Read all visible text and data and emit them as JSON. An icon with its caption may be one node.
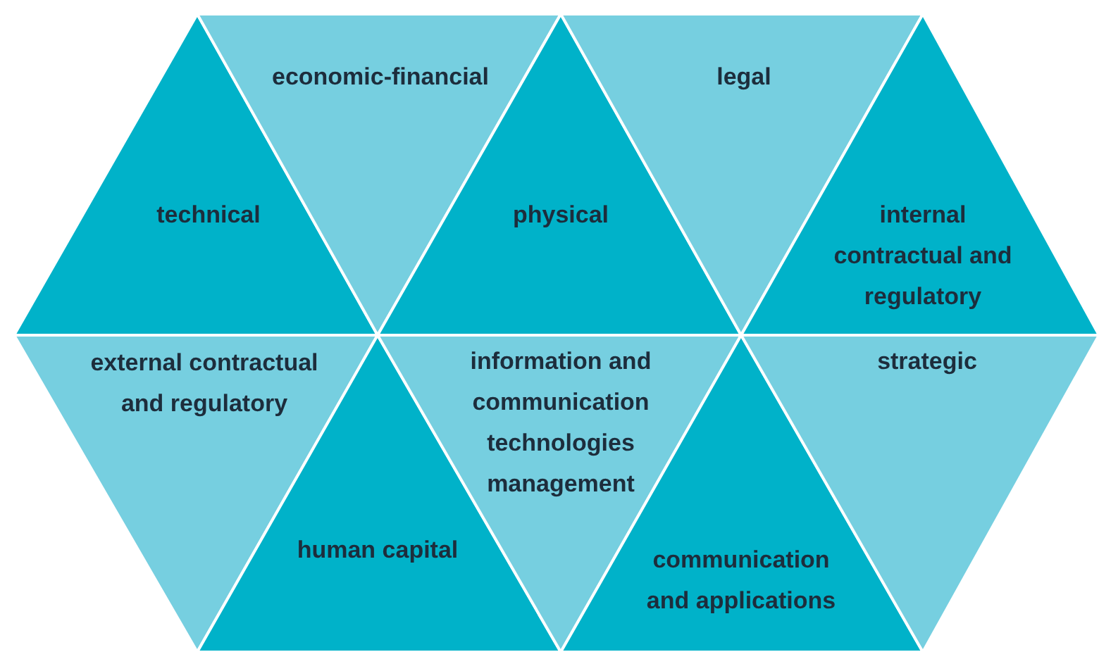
{
  "diagram": {
    "nodes": [
      {
        "text": [
          "technical"
        ]
      },
      {
        "text": [
          "economic-financial"
        ]
      },
      {
        "text": [
          "physical"
        ]
      },
      {
        "text": [
          "legal"
        ]
      },
      {
        "text": [
          "internal contractual and regulatory"
        ]
      },
      {
        "text": [
          "external contractual and regulatory"
        ]
      },
      {
        "text": [
          "human capital"
        ]
      },
      {
        "text": [
          "information and communication technologies management"
        ]
      },
      {
        "text": [
          "communication and applications"
        ]
      },
      {
        "text": [
          "strategic"
        ]
      }
    ],
    "edges": []
  }
}
